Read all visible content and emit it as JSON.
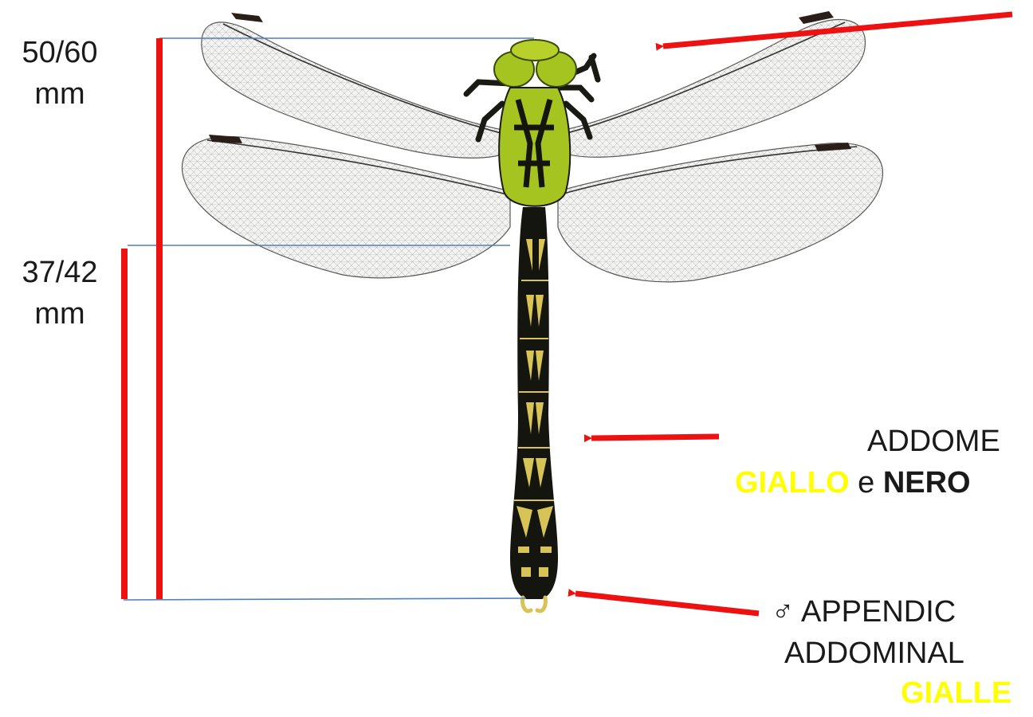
{
  "measurements": {
    "wingspan": {
      "value": "50/60",
      "unit": "mm"
    },
    "body_length": {
      "value": "37/42",
      "unit": "mm"
    }
  },
  "annotations": {
    "abdomen": {
      "title": "ADDOME",
      "color_word_1": "GIALLO",
      "connector": "e",
      "color_word_2": "NERO"
    },
    "appendages": {
      "symbol": "♂",
      "line_1": "APPENDIC",
      "line_2": "ADDOMINAL",
      "line_3": "GIALLE"
    }
  },
  "colors": {
    "measure_bar": "#ee1111",
    "guide_line": "#4f7fbf",
    "arrow": "#ee1111",
    "highlight_yellow": "#ffff00",
    "thorax_green": "#a6c420",
    "abdomen_black": "#15150f",
    "abdomen_yellow": "#d8c456",
    "wing_stigma": "#2a1f18"
  },
  "icons": {
    "male_symbol": "male-symbol-icon",
    "arrow": "red-arrow-icon",
    "dragonfly": "dragonfly-illustration"
  }
}
